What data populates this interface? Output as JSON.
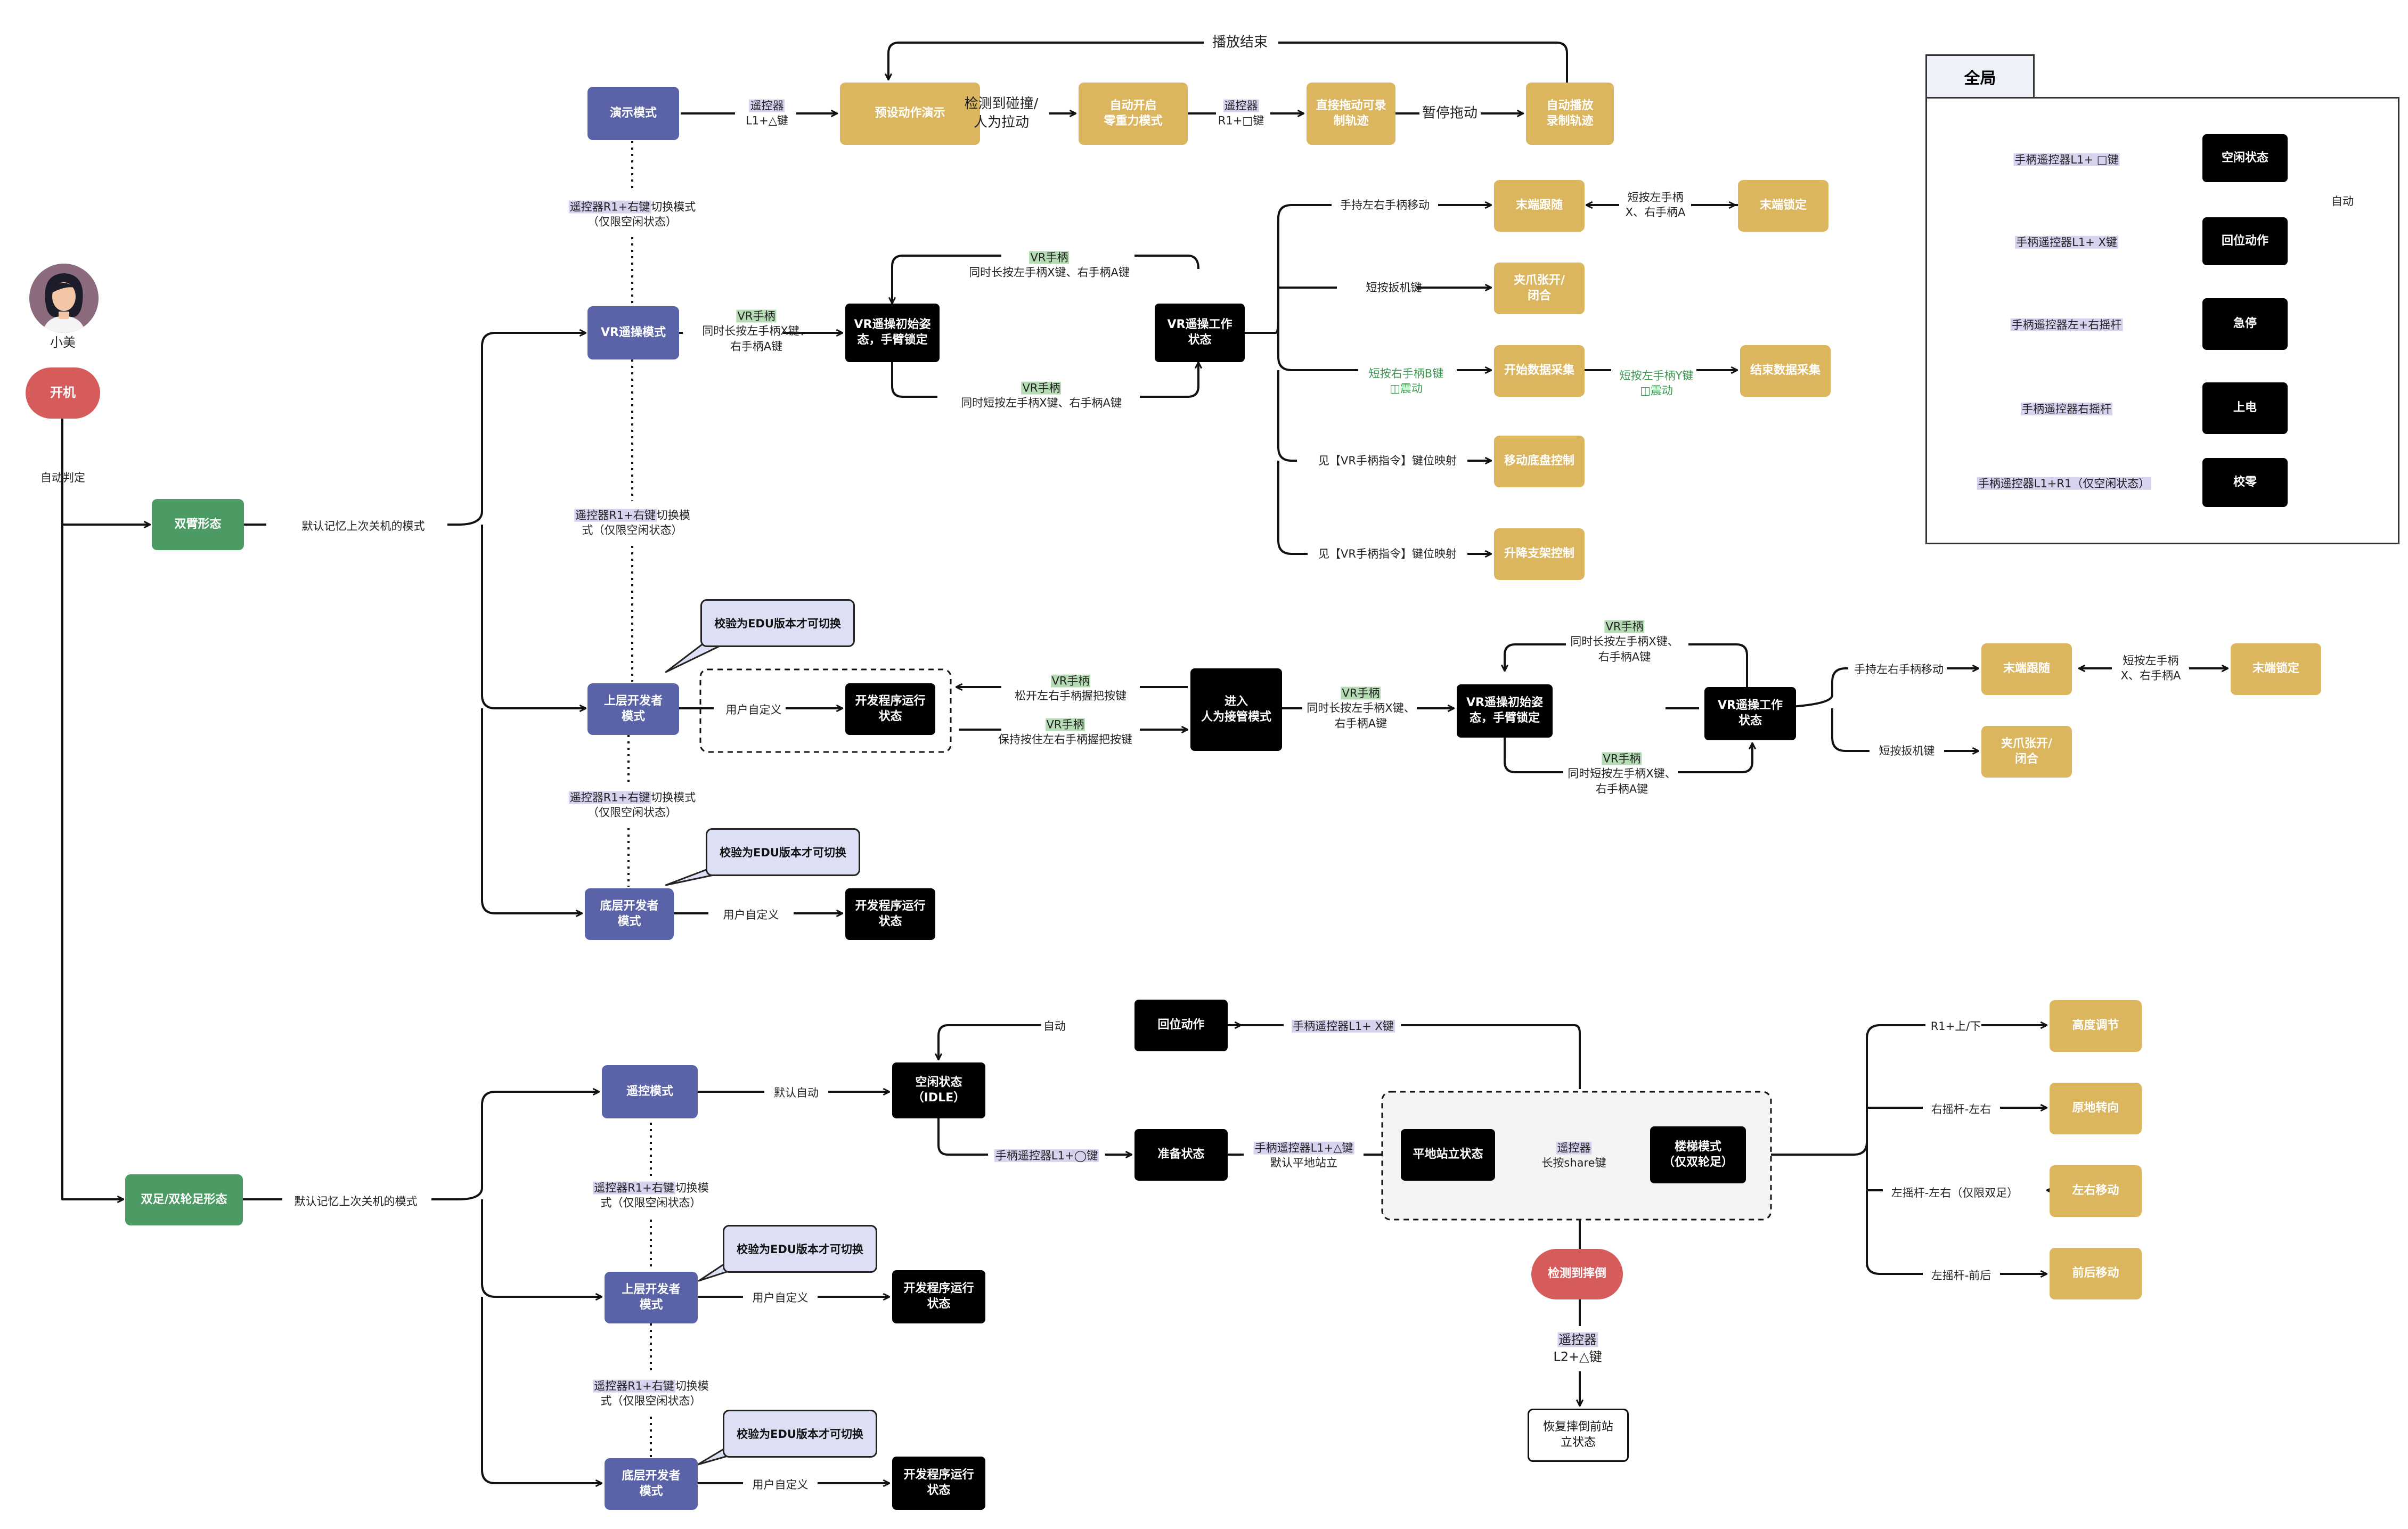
{
  "colors": {
    "blue": "#5a63a8",
    "gold": "#dcb65e",
    "green": "#4d9b64",
    "red": "#d65b5b",
    "black": "#000000",
    "highlight": "#d6d3ef",
    "vr_highlight": "#b6dcb5"
  },
  "avatar": {
    "name": "小美",
    "icon": "woman-avatar-icon"
  },
  "nodes": {
    "power_on": "开机",
    "dual_arm": "双臂形态",
    "biped": "双足/双轮足形态",
    "demo": "演示模式",
    "preset_demo": "预设动作演示",
    "auto_zero_g": "自动开启\n零重力模式",
    "drag_traj": "直接拖动可录\n制轨迹",
    "auto_play": "自动播放\n录制轨迹",
    "vr_mode": "VR遥操模式",
    "vr_init": "VR遥操初始姿\n态，手臂锁定",
    "vr_work": "VR遥操工作\n状态",
    "end_follow": "末端跟随",
    "end_lock": "末端锁定",
    "gripper": "夹爪张开/\n闭合",
    "start_collect": "开始数据采集",
    "end_collect": "结束数据采集",
    "chassis": "移动底盘控制",
    "lift": "升降支架控制",
    "upper_dev": "上层开发者\n模式",
    "dev_run_1": "开发程序运行\n状态",
    "enter_teleop": "进入\n人为接管模式",
    "vr_init_2": "VR遥操初始姿\n态，手臂锁定",
    "vr_work_2": "VR遥操工作\n状态",
    "end_follow_2": "末端跟随",
    "end_lock_2": "末端锁定",
    "gripper_2": "夹爪张开/\n闭合",
    "lower_dev": "底层开发者\n模式",
    "dev_run_2": "开发程序运行\n状态",
    "remote": "遥控模式",
    "idle": "空闲状态\n（IDLE）",
    "home": "回位动作",
    "ready": "准备状态",
    "flat_stand": "平地站立状态",
    "stair": "楼梯模式\n（仅双轮足）",
    "fall": "检测到摔倒",
    "recover": "恢复摔倒前站\n立状态",
    "height": "高度调节",
    "turn": "原地转向",
    "lr_move": "左右移动",
    "fb_move": "前后移动",
    "upper_dev_b": "上层开发者\n模式",
    "dev_run_3": "开发程序运行\n状态",
    "lower_dev_b": "底层开发者\n模式",
    "dev_run_4": "开发程序运行\n状态"
  },
  "bubbles": {
    "edu_1": "校验为EDU版本才可切换",
    "edu_2": "校验为EDU版本才可切换",
    "edu_3": "校验为EDU版本才可切换",
    "edu_4": "校验为EDU版本才可切换"
  },
  "labels": {
    "play_end": "播放结束",
    "remote_l1": "遥控器",
    "remote_l1_b": "L1+△键",
    "collision": "检测到碰撞/\n人为拉动",
    "remote_r1": "遥控器",
    "remote_r1_b": "R1+□键",
    "pause_drag": "暂停拖动",
    "switch_1_hl": "遥控器R1+右键",
    "switch_1": "切换模式\n（仅限空闲状态）",
    "vr_hand_1": "VR手柄",
    "vr_hold_xa": "同时长按左手柄X键、\n右手柄A键",
    "vr_hand_2": "VR手柄",
    "vr_hold_xa_2": "同时长按左手柄X键、右手柄A键",
    "vr_hand_3": "VR手柄",
    "vr_short_xa": "同时短按左手柄X键、右手柄A键",
    "hand_move": "手持左右手柄移动",
    "short_xa": "短按左手柄\nX、右手柄A",
    "short_trigger": "短按扳机键",
    "short_b": "短按右手柄B键",
    "vib_1": "震动",
    "short_y": "短按左手柄Y键",
    "vib_2": "震动",
    "see_vr_1": "见【VR手柄指令】键位映射",
    "see_vr_2": "见【VR手柄指令】键位映射",
    "switch_2_hl": "遥控器R1+右键",
    "switch_2": "切换模\n式（仅限空闲状态）",
    "user_def_1": "用户自定义",
    "vr_hand_4": "VR手柄",
    "release_grip": "松开左右手柄握把按键",
    "vr_hand_5": "VR手柄",
    "keep_grip": "保持按住左右手柄握把按键",
    "vr_hand_6": "VR手柄",
    "hold_xa_3": "同时长按左手柄X键、\n右手柄A键",
    "vr_hand_7": "VR手柄",
    "hold_xa_4": "同时长按左手柄X键、\n右手柄A键",
    "vr_hand_8": "VR手柄",
    "short_xa_2": "同时短按左手柄X键、\n右手柄A键",
    "hand_move_2": "手持左右手柄移动",
    "short_xa_3": "短按左手柄\nX、右手柄A",
    "short_trigger_2": "短按扳机键",
    "switch_3_hl": "遥控器R1+右键",
    "switch_3": "切换模式\n（仅限空闲状态）",
    "user_def_2": "用户自定义",
    "auto_judge": "自动判定",
    "default_mem_1": "默认记忆上次关机的模式",
    "default_mem_2": "默认记忆上次关机的模式",
    "default_auto": "默认自动",
    "auto": "自动",
    "remote_l1x_hl": "手柄遥控器L1+ X键",
    "remote_l1o_hl": "手柄遥控器L1+◯键",
    "remote_l1tri_hl": "手柄遥控器L1+△键",
    "default_flat": "默认平地站立",
    "remote_share": "遥控器",
    "remote_share_b": "长按share键",
    "remote_l2": "遥控器",
    "remote_l2_b": "L2+△键",
    "r1_updown": "R1+上/下",
    "right_stick_lr": "右摇杆-左右",
    "left_stick_lr": "左摇杆-左右（仅限双足）",
    "left_stick_fb": "左摇杆-前后",
    "switch_4_hl": "遥控器R1+右键",
    "switch_4": "切换模\n式（仅限空闲状态）",
    "user_def_3": "用户自定义",
    "switch_5_hl": "遥控器R1+右键",
    "switch_5": "切换模\n式（仅限空闲状态）",
    "user_def_4": "用户自定义"
  },
  "legend": {
    "title": "全局",
    "auto": "自动",
    "rows": [
      {
        "label": "手柄遥控器L1+ □键",
        "state": "空闲状态"
      },
      {
        "label": "手柄遥控器L1+ X键",
        "state": "回位动作"
      },
      {
        "label": "手柄遥控器左+右摇杆",
        "state": "急停"
      },
      {
        "label": "手柄遥控器右摇杆",
        "state": "上电"
      },
      {
        "label": "手柄遥控器L1+R1（仅空闲状态）",
        "state": "校零"
      }
    ]
  }
}
